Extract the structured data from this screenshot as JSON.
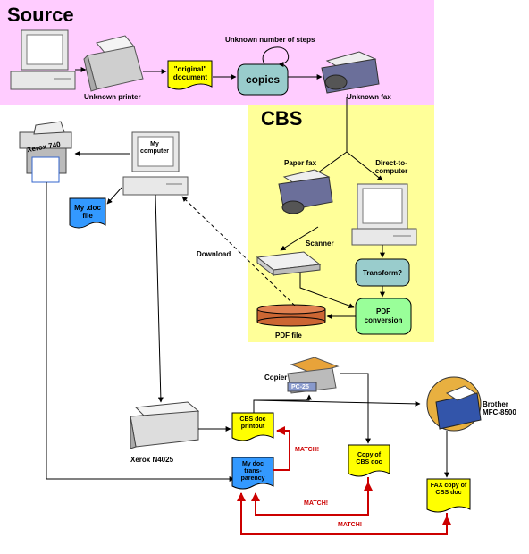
{
  "sections": {
    "source": "Source",
    "cbs": "CBS"
  },
  "labels": {
    "unknown_steps": "Unknown number of steps",
    "unknown_printer": "Unknown printer",
    "original_document": "\"original\" document",
    "copies": "copies",
    "unknown_fax": "Unknown fax",
    "xerox_740": "Xerox 740",
    "my_computer": "My computer",
    "my_doc_file": "My .doc file",
    "paper_fax": "Paper fax",
    "direct_to_computer": "Direct-to-computer",
    "download": "Download",
    "scanner": "Scanner",
    "transform": "Transform?",
    "pdf_conversion": "PDF conversion",
    "pdf_file": "PDF file",
    "copier": "Copier",
    "copier_model": "PC-25",
    "brother": "Brother MFC-8500",
    "xerox_n4025": "Xerox N4025",
    "cbs_doc_printout": "CBS doc printout",
    "copy_of_cbs_doc": "Copy of CBS doc",
    "my_doc_transparency": "My doc trans-parency",
    "fax_copy": "FAX copy of CBS doc",
    "match1": "MATCH!",
    "match2": "MATCH!",
    "match3": "MATCH!"
  },
  "colors": {
    "source_bg": "#FFCCFF",
    "cbs_bg": "#FFFF99",
    "doc_yellow": "#FFFF00",
    "doc_blue": "#3399FF",
    "process_teal": "#99CCCC",
    "process_green": "#99FF99",
    "match_red": "#CC0000",
    "pdf_file_brown": "#CC6633"
  }
}
